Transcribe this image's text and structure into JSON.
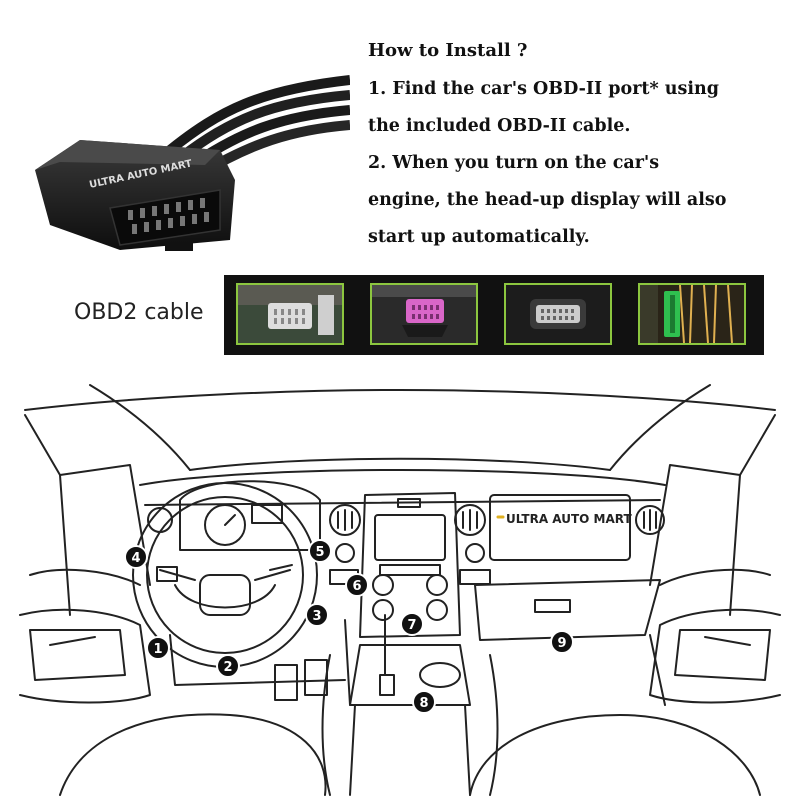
{
  "instructions": {
    "title": "How to Install ?",
    "lines": [
      "1. Find the car's OBD-II port* using",
      "the included OBD-II cable.",
      "2. When you turn on the car's",
      "engine, the head-up display will also",
      "start up automatically."
    ]
  },
  "cable_label": "OBD2 cable",
  "brand": "ULTRA AUTO MART",
  "markers": [
    "1",
    "2",
    "3",
    "4",
    "5",
    "6",
    "7",
    "8",
    "9"
  ],
  "colors": {
    "accent": "#8cc63f",
    "connector_pin": "#d966c8",
    "plug_green": "#2fbf4f"
  }
}
